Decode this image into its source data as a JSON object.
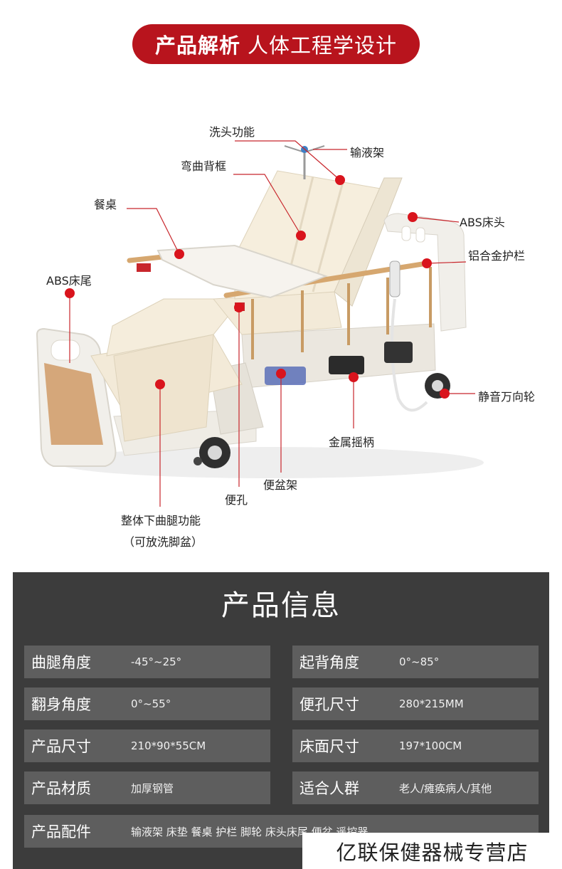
{
  "header": {
    "title_bold": "产品解析",
    "title_rest": "人体工程学设计"
  },
  "labels": {
    "shampoo": "洗头功能",
    "iv_stand": "输液架",
    "back_frame": "弯曲背框",
    "dining_table": "餐桌",
    "abs_head": "ABS床头",
    "guardrail": "铝合金护栏",
    "abs_tail": "ABS床尾",
    "caster": "静音万向轮",
    "crank": "金属摇柄",
    "bedpan_rack": "便盆架",
    "toilet_hole": "便孔",
    "leg_function_1": "整体下曲腿功能",
    "leg_function_2": "（可放洗脚盆）"
  },
  "info": {
    "title": "产品信息",
    "rows": [
      {
        "key": "曲腿角度",
        "value": "-45°~25°"
      },
      {
        "key": "起背角度",
        "value": "0°~85°"
      },
      {
        "key": "翻身角度",
        "value": "0°~55°"
      },
      {
        "key": "便孔尺寸",
        "value": "280*215MM"
      },
      {
        "key": "产品尺寸",
        "value": "210*90*55CM"
      },
      {
        "key": "床面尺寸",
        "value": "197*100CM"
      },
      {
        "key": "产品材质",
        "value": "加厚钢管"
      },
      {
        "key": "适合人群",
        "value": "老人/瘫痪病人/其他"
      },
      {
        "key": "产品配件",
        "value": "输液架  床垫  餐桌  护栏  脚轮  床头床尾  便盆  遥控器"
      }
    ]
  },
  "watermark": "亿联保健器械专营店",
  "colors": {
    "accent": "#b8141d",
    "panel": "#3c3c3c",
    "cell": "#5e5e5e"
  }
}
